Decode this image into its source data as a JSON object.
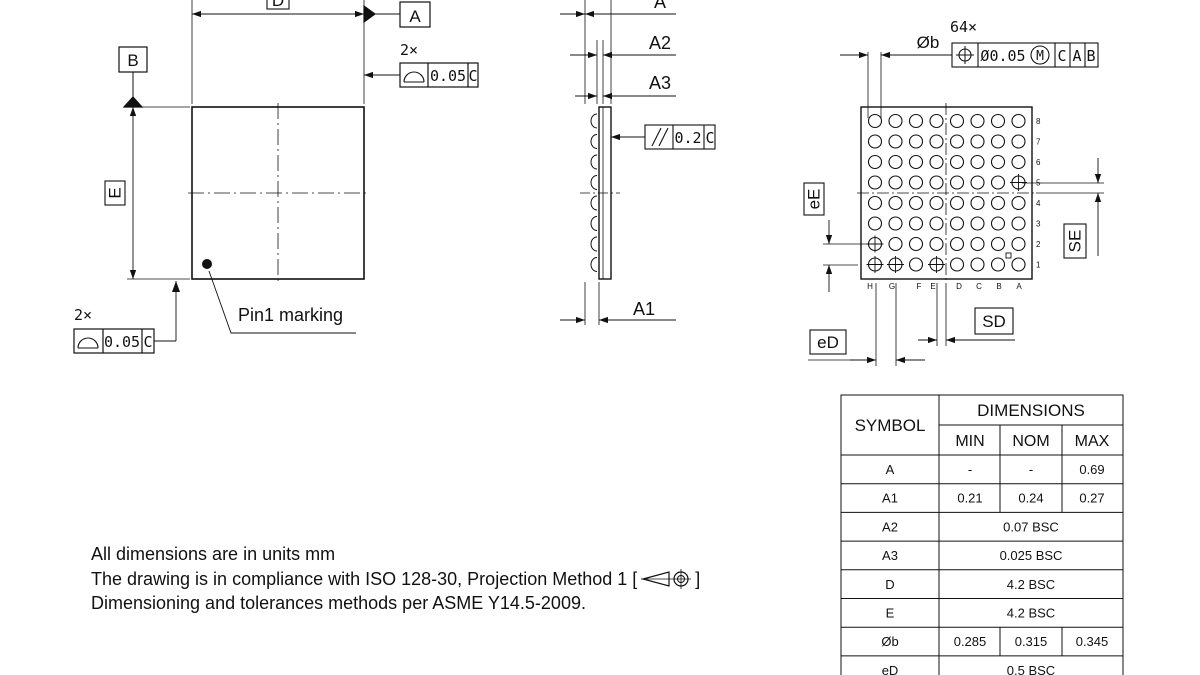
{
  "top_view": {
    "dim_d": "D",
    "datum_a": "A",
    "datum_b": "B",
    "dim_e": "E",
    "flatness_top": {
      "count": "2×",
      "value": "0.05",
      "datum": "C"
    },
    "flatness_bottom": {
      "count": "2×",
      "value": "0.05",
      "datum": "C"
    },
    "pin1_label": "Pin1 marking"
  },
  "side_view": {
    "dim_a": "A",
    "dim_a2": "A2",
    "dim_a3": "A3",
    "dim_a1": "A1",
    "parallelism": {
      "value": "0.2",
      "datum": "C"
    }
  },
  "bottom_view": {
    "ball_diameter": "Øb",
    "ball_count": "64×",
    "position_tolerance": {
      "value": "Ø0.05",
      "modifier": "M",
      "datums": [
        "C",
        "A",
        "B"
      ]
    },
    "row_labels": [
      "8",
      "7",
      "6",
      "5",
      "4",
      "3",
      "2",
      "1"
    ],
    "column_labels": [
      "H",
      "G",
      "F",
      "E",
      "D",
      "C",
      "B",
      "A"
    ],
    "dim_ee": "eE",
    "dim_se": "SE",
    "dim_sd": "SD",
    "dim_ed": "eD"
  },
  "notes": [
    "All dimensions are in units mm",
    "The drawing is in compliance with ISO 128-30, Projection Method 1 [",
    "Dimensioning and tolerances methods per ASME Y14.5-2009."
  ],
  "notes_suffix": "]",
  "table": {
    "header_symbol": "SYMBOL",
    "header_dimensions": "DIMENSIONS",
    "subheaders": [
      "MIN",
      "NOM",
      "MAX"
    ],
    "rows": [
      {
        "symbol": "A",
        "min": "-",
        "nom": "-",
        "max": "0.69"
      },
      {
        "symbol": "A1",
        "min": "0.21",
        "nom": "0.24",
        "max": "0.27"
      },
      {
        "symbol": "A2",
        "span": "0.07 BSC"
      },
      {
        "symbol": "A3",
        "span": "0.025 BSC"
      },
      {
        "symbol": "D",
        "span": "4.2 BSC"
      },
      {
        "symbol": "E",
        "span": "4.2 BSC"
      },
      {
        "symbol": "Øb",
        "min": "0.285",
        "nom": "0.315",
        "max": "0.345"
      },
      {
        "symbol": "eD",
        "span": "0.5 BSC"
      }
    ]
  }
}
